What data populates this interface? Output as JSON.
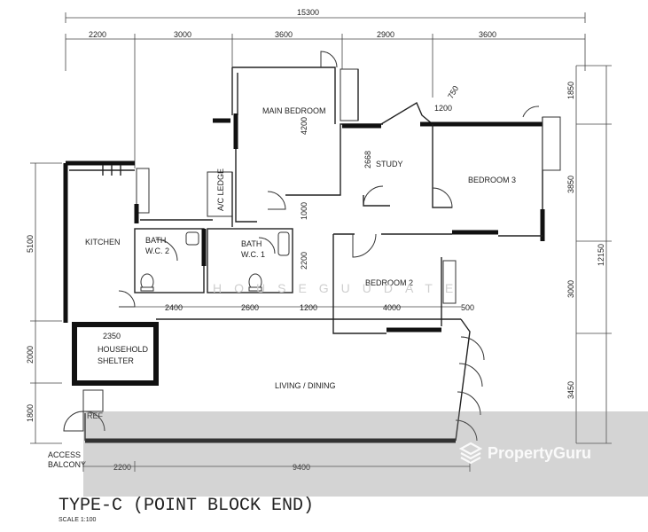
{
  "plan": {
    "title": "TYPE-C (POINT BLOCK END)",
    "scale": "SCALE 1:100",
    "rooms": {
      "main_bedroom": "MAIN BEDROOM",
      "study": "STUDY",
      "bedroom_3": "BEDROOM 3",
      "kitchen": "KITCHEN",
      "bath_wc_2_line1": "BATH",
      "bath_wc_2_line2": "W.C. 2",
      "bath_wc_1_line1": "BATH",
      "bath_wc_1_line2": "W.C. 1",
      "bedroom_2": "BEDROOM 2",
      "household_shelter_line1": "HOUSEHOLD",
      "household_shelter_line2": "SHELTER",
      "living_dining": "LIVING / DINING",
      "access_balcony_line1": "ACCESS",
      "access_balcony_line2": "BALCONY",
      "aircon_ledge": "A/C LEDGE",
      "refuse": "REF"
    },
    "dimensions": {
      "overall_width": "15300",
      "top_1": "2200",
      "top_2": "3000",
      "top_3": "3600",
      "top_4": "2900",
      "top_5": "3600",
      "right_1": "1850",
      "right_2": "3850",
      "right_3": "3000",
      "right_4": "3450",
      "right_overall": "12150",
      "left_1": "5100",
      "left_2": "2000",
      "left_3": "1800",
      "mid_1": "2400",
      "mid_2": "2600",
      "mid_3": "1200",
      "mid_4": "4000",
      "bottom_1": "2200",
      "bottom_2": "9400",
      "shelter_width": "2350",
      "main_bedroom_depth": "4200",
      "wardrobe": "1000",
      "bath_depth": "2200",
      "study_depth": "2668",
      "bay_1": "750",
      "bay_2": "1200",
      "bedroom2_side": "500"
    },
    "watermark": {
      "brand": "PropertyGuru",
      "faint_text": "HOUSEGUUDATE"
    }
  }
}
